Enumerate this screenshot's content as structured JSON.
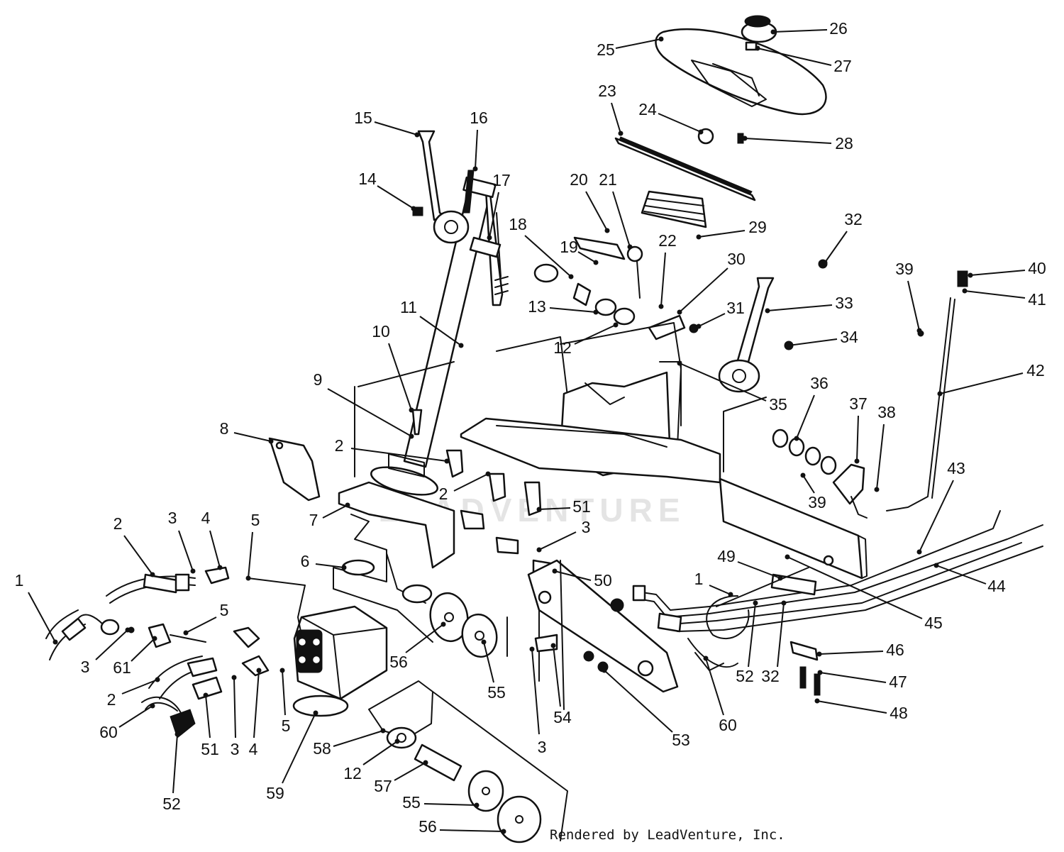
{
  "diagram": {
    "credit": "Rendered by LeadVenture, Inc.",
    "watermark": "LEADVENTURE",
    "callouts": [
      {
        "id": "c1a",
        "label": "1"
      },
      {
        "id": "c1b",
        "label": "1"
      },
      {
        "id": "c2a",
        "label": "2"
      },
      {
        "id": "c2b",
        "label": "2"
      },
      {
        "id": "c2c",
        "label": "2"
      },
      {
        "id": "c2d",
        "label": "2"
      },
      {
        "id": "c3a",
        "label": "3"
      },
      {
        "id": "c3b",
        "label": "3"
      },
      {
        "id": "c3c",
        "label": "3"
      },
      {
        "id": "c3d",
        "label": "3"
      },
      {
        "id": "c3e",
        "label": "3"
      },
      {
        "id": "c4a",
        "label": "4"
      },
      {
        "id": "c4b",
        "label": "4"
      },
      {
        "id": "c5a",
        "label": "5"
      },
      {
        "id": "c5b",
        "label": "5"
      },
      {
        "id": "c5c",
        "label": "5"
      },
      {
        "id": "c6",
        "label": "6"
      },
      {
        "id": "c7",
        "label": "7"
      },
      {
        "id": "c8",
        "label": "8"
      },
      {
        "id": "c9",
        "label": "9"
      },
      {
        "id": "c10",
        "label": "10"
      },
      {
        "id": "c11",
        "label": "11"
      },
      {
        "id": "c12a",
        "label": "12"
      },
      {
        "id": "c12b",
        "label": "12"
      },
      {
        "id": "c13",
        "label": "13"
      },
      {
        "id": "c14",
        "label": "14"
      },
      {
        "id": "c15",
        "label": "15"
      },
      {
        "id": "c16",
        "label": "16"
      },
      {
        "id": "c17",
        "label": "17"
      },
      {
        "id": "c18",
        "label": "18"
      },
      {
        "id": "c19",
        "label": "19"
      },
      {
        "id": "c20",
        "label": "20"
      },
      {
        "id": "c21",
        "label": "21"
      },
      {
        "id": "c22",
        "label": "22"
      },
      {
        "id": "c23",
        "label": "23"
      },
      {
        "id": "c24",
        "label": "24"
      },
      {
        "id": "c25",
        "label": "25"
      },
      {
        "id": "c26",
        "label": "26"
      },
      {
        "id": "c27",
        "label": "27"
      },
      {
        "id": "c28",
        "label": "28"
      },
      {
        "id": "c29",
        "label": "29"
      },
      {
        "id": "c30",
        "label": "30"
      },
      {
        "id": "c31",
        "label": "31"
      },
      {
        "id": "c32a",
        "label": "32"
      },
      {
        "id": "c32b",
        "label": "32"
      },
      {
        "id": "c33",
        "label": "33"
      },
      {
        "id": "c34",
        "label": "34"
      },
      {
        "id": "c35",
        "label": "35"
      },
      {
        "id": "c36",
        "label": "36"
      },
      {
        "id": "c37",
        "label": "37"
      },
      {
        "id": "c38",
        "label": "38"
      },
      {
        "id": "c39a",
        "label": "39"
      },
      {
        "id": "c39b",
        "label": "39"
      },
      {
        "id": "c40",
        "label": "40"
      },
      {
        "id": "c41",
        "label": "41"
      },
      {
        "id": "c42",
        "label": "42"
      },
      {
        "id": "c43",
        "label": "43"
      },
      {
        "id": "c44",
        "label": "44"
      },
      {
        "id": "c45",
        "label": "45"
      },
      {
        "id": "c46",
        "label": "46"
      },
      {
        "id": "c47",
        "label": "47"
      },
      {
        "id": "c48",
        "label": "48"
      },
      {
        "id": "c49",
        "label": "49"
      },
      {
        "id": "c50",
        "label": "50"
      },
      {
        "id": "c51a",
        "label": "51"
      },
      {
        "id": "c51b",
        "label": "51"
      },
      {
        "id": "c52a",
        "label": "52"
      },
      {
        "id": "c52b",
        "label": "52"
      },
      {
        "id": "c53",
        "label": "53"
      },
      {
        "id": "c54",
        "label": "54"
      },
      {
        "id": "c55a",
        "label": "55"
      },
      {
        "id": "c55b",
        "label": "55"
      },
      {
        "id": "c56a",
        "label": "56"
      },
      {
        "id": "c56b",
        "label": "56"
      },
      {
        "id": "c57",
        "label": "57"
      },
      {
        "id": "c58",
        "label": "58"
      },
      {
        "id": "c59",
        "label": "59"
      },
      {
        "id": "c60a",
        "label": "60"
      },
      {
        "id": "c60b",
        "label": "60"
      },
      {
        "id": "c61",
        "label": "61"
      }
    ]
  }
}
